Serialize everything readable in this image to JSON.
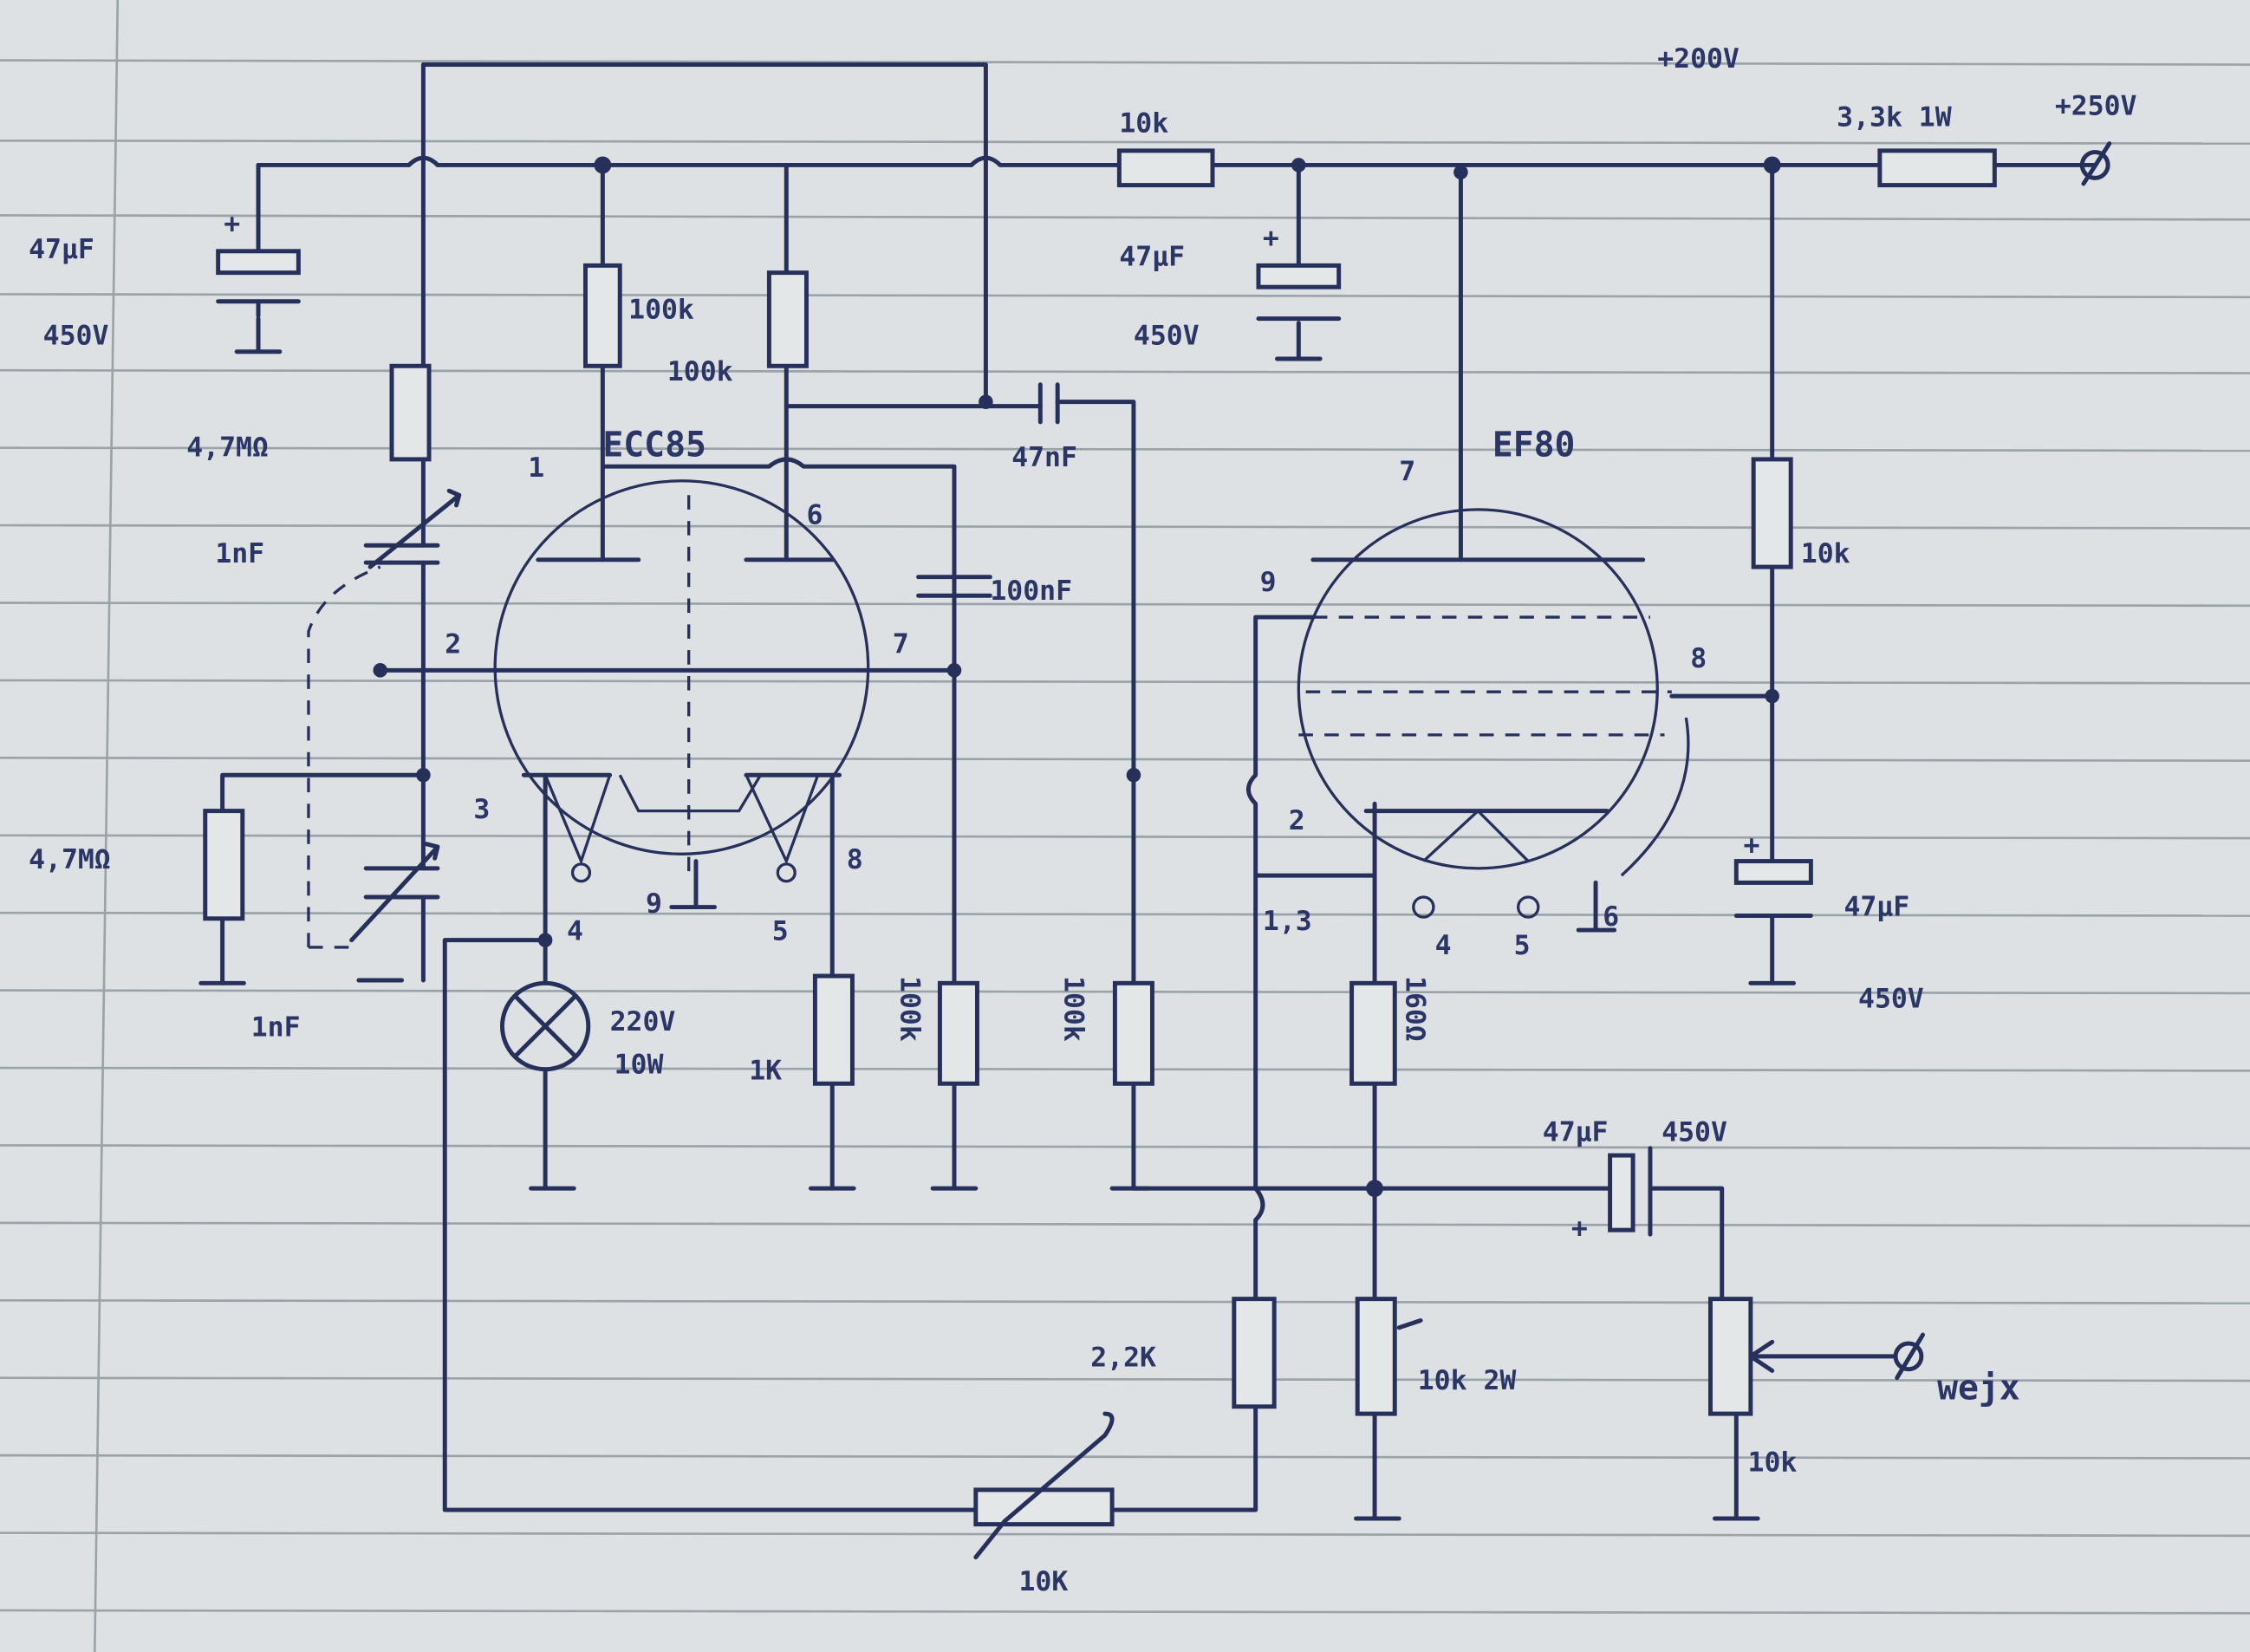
{
  "title": "ECC85 / EF80 valve circuit schematic (hand-drawn)",
  "colors": {
    "paper": "#dde1e3",
    "ink": "#26305a",
    "rule": "#9aa3a8"
  },
  "tubes": {
    "left": "ECC85",
    "right": "EF80"
  },
  "supply": {
    "b_plus": "+250V",
    "node": "+200V",
    "dropper": "3,3k 1W",
    "input_terminal_icon": "terminal-circle-icon"
  },
  "components": {
    "c_left_top": {
      "value": "47µF",
      "voltage": "450V",
      "polarity": "+"
    },
    "r_grid_top": "4,7MΩ",
    "c_trim_top": "1nF",
    "r_grid_bottom": "4,7MΩ",
    "c_trim_bottom": "1nF",
    "r_anode1": "100k",
    "r_anode2": "100k",
    "c_coupling": "47nF",
    "c_feedback": "100nF",
    "r_series": "10k",
    "c_mid": {
      "value": "47µF",
      "voltage": "450V",
      "polarity": "+"
    },
    "r_screen": "10k",
    "c_screen": {
      "value": "47µF",
      "voltage": "450V",
      "polarity": "+"
    },
    "lamp": {
      "voltage": "220V",
      "power": "10W"
    },
    "r_cathode": "1K",
    "r_grid2": "100k",
    "r_grid_ef80": "100k",
    "r_cathode_ef80": "160Ω",
    "r_22k": "2,2K",
    "pot_cathode": "10k 2W",
    "c_out": {
      "value": "47µF",
      "voltage": "450V",
      "polarity": "+"
    },
    "pot_in": "10k",
    "pot_feedback": "10K",
    "input_label": "wejx"
  },
  "pins_ecc85": [
    "1",
    "2",
    "3",
    "4",
    "5",
    "6",
    "7",
    "8",
    "9"
  ],
  "pins_ef80": {
    "anode": "7",
    "g3": "9",
    "g2": "8",
    "g1": "2",
    "k": "1,3",
    "h1": "4",
    "h2": "5",
    "gnd": "6"
  }
}
